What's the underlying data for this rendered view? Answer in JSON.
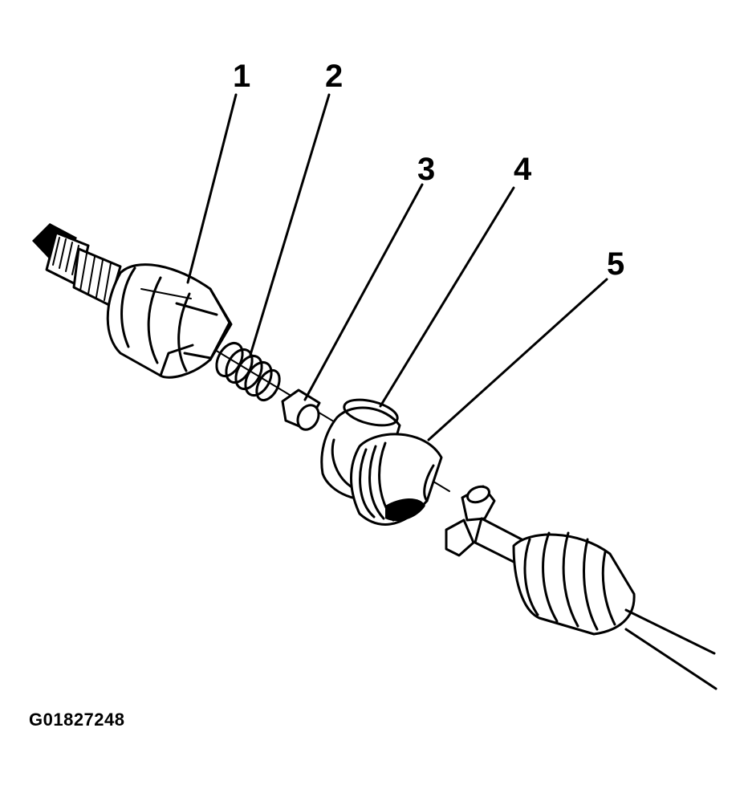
{
  "callouts": [
    {
      "id": "1",
      "label": "1"
    },
    {
      "id": "2",
      "label": "2"
    },
    {
      "id": "3",
      "label": "3"
    },
    {
      "id": "4",
      "label": "4"
    },
    {
      "id": "5",
      "label": "5"
    }
  ],
  "figure_id": "G01827248"
}
